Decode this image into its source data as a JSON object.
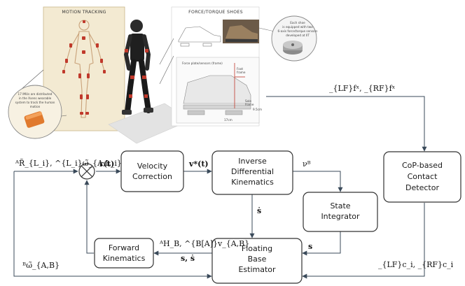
{
  "panels": {
    "motion_tracking": {
      "title": "MOTION TRACKING",
      "note": [
        "17 IMUs are distributed",
        "in the Xsens wearable",
        "system to track the human",
        "motion"
      ]
    },
    "force_torque": {
      "title": "FORCE/TORQUE SHOES",
      "note": [
        "Each shoe",
        "is equipped with two",
        "6-axis force/torque sensors",
        "developed at IIT"
      ],
      "frame_legend": "Force plate/sensors (frame)",
      "foot_frame": [
        "Foot",
        "frame"
      ],
      "sole_frame": [
        "Sole",
        "frame"
      ],
      "dim_right": "9.5cm",
      "dim_bottom": "17cm"
    }
  },
  "blocks": {
    "velocity_correction": [
      "Velocity",
      "Correction"
    ],
    "inverse_kinematics": [
      "Inverse",
      "Differential",
      "Kinematics"
    ],
    "state_integrator": [
      "State",
      "Integrator"
    ],
    "forward_kinematics": [
      "Forward",
      "Kinematics"
    ],
    "floating_base_estimator": [
      "Floating",
      "Base",
      "Estimator"
    ],
    "cop_detector": [
      "CoP-based",
      "Contact",
      "Detector"
    ]
  },
  "signals": {
    "orientation_input": "ᴬR̃_{L_i}, ^{L_i}ω̃_{A,L_i}",
    "r_t": "r(t)",
    "v_star": "v*(t)",
    "nu_b": "νᴮ",
    "s_dot": "ṡ",
    "s": "s",
    "forward_out": "ᴬH_B, ^{B[A]}v_{A,B}",
    "s_sdot": "s, ṡ",
    "base_gyro": "ᴮω̃_{A,B}",
    "foot_wrench": "_{LF}fˣ, _{RF}fˣ",
    "cop_out": "_{LF}c_i, _{RF}c_i"
  },
  "colors": {
    "panel_bg": "#f3ead2",
    "panel_border": "#c9b68a",
    "imu": "#c0392b",
    "imu_box": "#e07a2e"
  }
}
